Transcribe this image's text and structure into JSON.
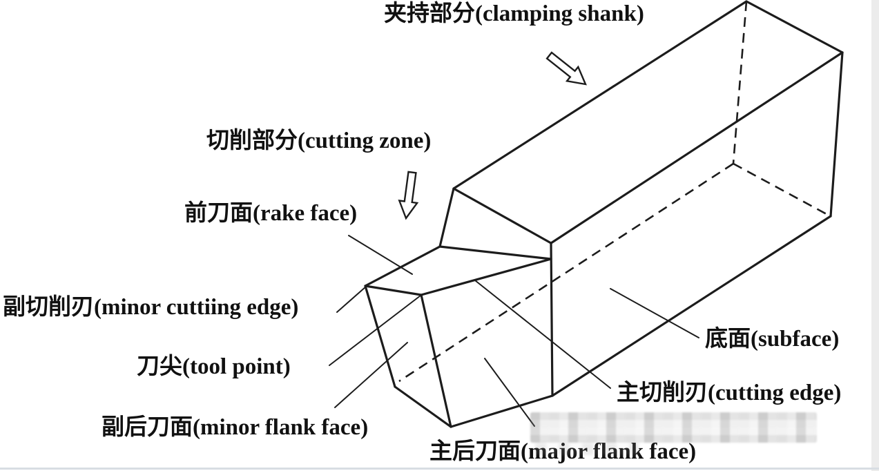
{
  "diagram_labels": {
    "clamping_shank": {
      "zh": "夹持部分",
      "en": "(clamping shank)"
    },
    "cutting_zone": {
      "zh": "切削部分",
      "en": "(cutting zone)"
    },
    "rake_face": {
      "zh": "前刀面",
      "en": "(rake face)"
    },
    "minor_cutting_edge": {
      "zh": "副切削刃",
      "en": "(minor cuttiing edge)"
    },
    "tool_point": {
      "zh": "刀尖",
      "en": "(tool point)"
    },
    "minor_flank_face": {
      "zh": "副后刀面",
      "en": "(minor flank face)"
    },
    "major_flank_face": {
      "zh": "主后刀面",
      "en": "(major flank face)"
    },
    "subface": {
      "zh": "底面",
      "en": "(subface)"
    },
    "main_cutting_edge": {
      "zh": "主切削刃",
      "en": "(cutting edge)"
    }
  },
  "icons": {
    "clamping_shank_arrow": "hollow-arrow-pointing-down-right",
    "cutting_zone_arrow": "hollow-arrow-pointing-down"
  },
  "watermark": {
    "present": true,
    "style": "pixelated-redacted-blocks"
  },
  "colors": {
    "line": "#1c1c1c",
    "background": "#ffffff",
    "right_edge_strip": "#ececec",
    "bottom_rule": "#d8dde3"
  }
}
